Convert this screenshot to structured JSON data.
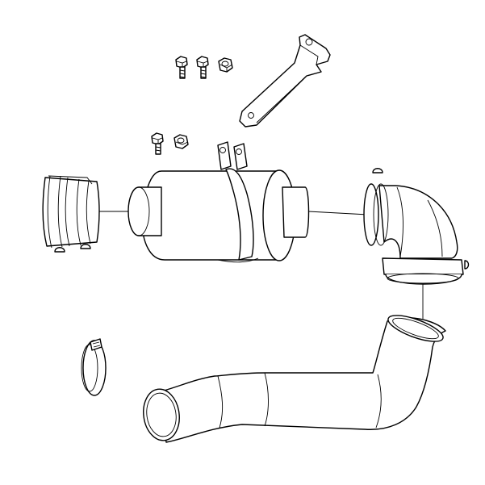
{
  "figure": {
    "colors": {
      "line": "#000000",
      "fill": "#ffffff",
      "background": "#ffffff"
    },
    "parts": [
      "screw",
      "screw",
      "nut",
      "mounting-bracket",
      "screw",
      "nut",
      "hose-coupler",
      "air-cleaner-housing",
      "mounting-strap",
      "elbow-adapter",
      "intake-hose",
      "hose-clamp"
    ]
  }
}
